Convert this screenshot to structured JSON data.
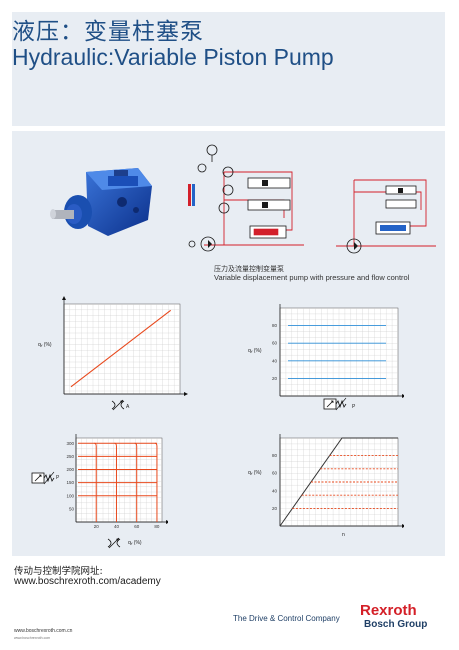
{
  "header": {
    "title_cn": "液压：变量柱塞泵",
    "title_en": "Hydraulic:Variable Piston Pump"
  },
  "schematic": {
    "caption_cn": "压力及流量控制变量泵",
    "caption_en": "Variable displacement pump with pressure and flow control"
  },
  "charts": {
    "c1": {
      "ylabel": "qᵥ (%)",
      "xlabel": "A"
    },
    "c2": {
      "ylabel": "qᵥ (%)",
      "xlabel": "P"
    },
    "c3": {
      "ylabel": "P",
      "xlabel": "qᵥ (%)"
    },
    "c4": {
      "ylabel": "qᵥ (%)",
      "xlabel": "n"
    }
  },
  "chart_data": [
    {
      "type": "line",
      "series": [
        {
          "x": [
            0,
            1
          ],
          "y": [
            0.08,
            0.93
          ]
        }
      ],
      "xlabel": "A",
      "ylabel": "qᵥ (%)"
    },
    {
      "type": "line",
      "yticks": [
        20,
        40,
        60,
        80
      ],
      "ylim": [
        0,
        100
      ],
      "series": [
        {
          "values": [
            80,
            80
          ]
        },
        {
          "values": [
            60,
            60
          ]
        },
        {
          "values": [
            40,
            40
          ]
        },
        {
          "values": [
            20,
            20
          ]
        }
      ],
      "xlabel": "P",
      "ylabel": "qᵥ (%)"
    },
    {
      "type": "line",
      "xticks": [
        20,
        40,
        60,
        80
      ],
      "yticks": [
        50,
        100,
        150,
        200,
        250,
        300
      ],
      "xlim": [
        0,
        85
      ],
      "ylim": [
        0,
        320
      ],
      "series": [
        {
          "values": [
            300,
            300
          ]
        },
        {
          "values": [
            250,
            250
          ]
        },
        {
          "values": [
            200,
            200
          ]
        },
        {
          "values": [
            150,
            150
          ]
        },
        {
          "values": [
            100,
            100
          ]
        }
      ],
      "xlabel": "qᵥ (%)",
      "ylabel": "P"
    },
    {
      "type": "line",
      "yticks": [
        20,
        40,
        60,
        80
      ],
      "ylim": [
        0,
        100
      ],
      "series": [
        {
          "values": [
            0,
            100,
            100
          ]
        },
        {
          "values": [
            80,
            80
          ]
        },
        {
          "values": [
            65,
            65
          ]
        },
        {
          "values": [
            50,
            50
          ]
        },
        {
          "values": [
            35,
            35
          ]
        },
        {
          "values": [
            20,
            20
          ]
        }
      ],
      "xlabel": "n",
      "ylabel": "qᵥ (%)"
    }
  ],
  "footer": {
    "label_cn": "传动与控制学院网址:",
    "url": "www.boschrexroth.com/academy",
    "tagline": "The Drive & Control Company",
    "brand": "Rexroth",
    "brand_sub": "Bosch Group",
    "site": "www.boschrexroth.com.cn",
    "site_small": "www.boschrexroth.com"
  }
}
